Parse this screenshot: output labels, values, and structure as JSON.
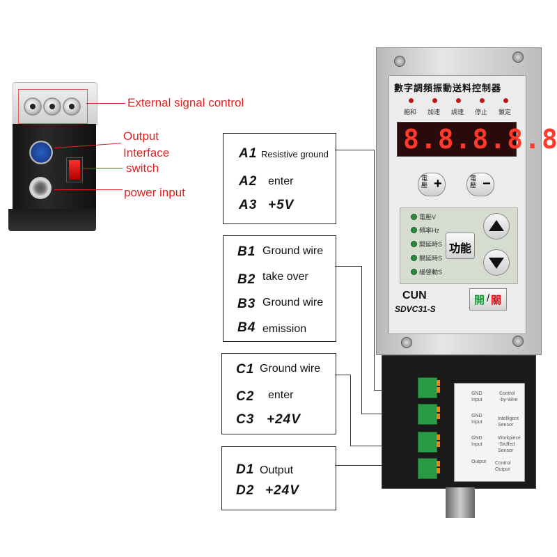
{
  "left_device": {
    "labels": {
      "external_signal": "External signal control",
      "output_interface_1": "Output",
      "output_interface_2": "Interface",
      "switch": "switch",
      "power_input": "power input"
    }
  },
  "connection_boxes": [
    {
      "rows": [
        {
          "code": "A1",
          "label": "Resistive ground"
        },
        {
          "code": "A2",
          "label": "enter"
        },
        {
          "code": "A3",
          "label": "+5V"
        }
      ]
    },
    {
      "rows": [
        {
          "code": "B1",
          "label": "Ground wire"
        },
        {
          "code": "B2",
          "label": "take over"
        },
        {
          "code": "B3",
          "label": "Ground wire"
        },
        {
          "code": "B4",
          "label": "emission"
        }
      ]
    },
    {
      "rows": [
        {
          "code": "C1",
          "label": "Ground wire"
        },
        {
          "code": "C2",
          "label": "enter"
        },
        {
          "code": "C3",
          "label": "+24V"
        }
      ]
    },
    {
      "rows": [
        {
          "code": "D1",
          "label": "Output"
        },
        {
          "code": "D2",
          "label": "+24V"
        }
      ]
    }
  ],
  "controller": {
    "title": "數字調頻振動送料控制器",
    "leds": [
      "飽和",
      "加速",
      "調速",
      "停止",
      "鎖定"
    ],
    "display": "8.8.8.8.8",
    "voltage_down_label": "電壓",
    "voltage_up_label": "電壓",
    "plus": "+",
    "minus": "−",
    "status_leds": [
      "電壓V",
      "頻率Hz",
      "開延時S",
      "關延時S",
      "緩啓動S"
    ],
    "function_label": "功能",
    "brand": "CUN",
    "model": "SDVC31-S",
    "onoff_open": "開",
    "onoff_close": "關",
    "card_lines": [
      "GND",
      "Input",
      "Control",
      "-by-Wire",
      "GND",
      "Input",
      "Intelligent",
      "Sensor",
      "GND",
      "Input",
      "Workpiece",
      "-Stuffed",
      "Sensor",
      "Output",
      "Control Output"
    ]
  },
  "colors": {
    "red_label": "#e32020",
    "display_red": "#ff3a2a",
    "led_green": "#2a8a3a"
  }
}
